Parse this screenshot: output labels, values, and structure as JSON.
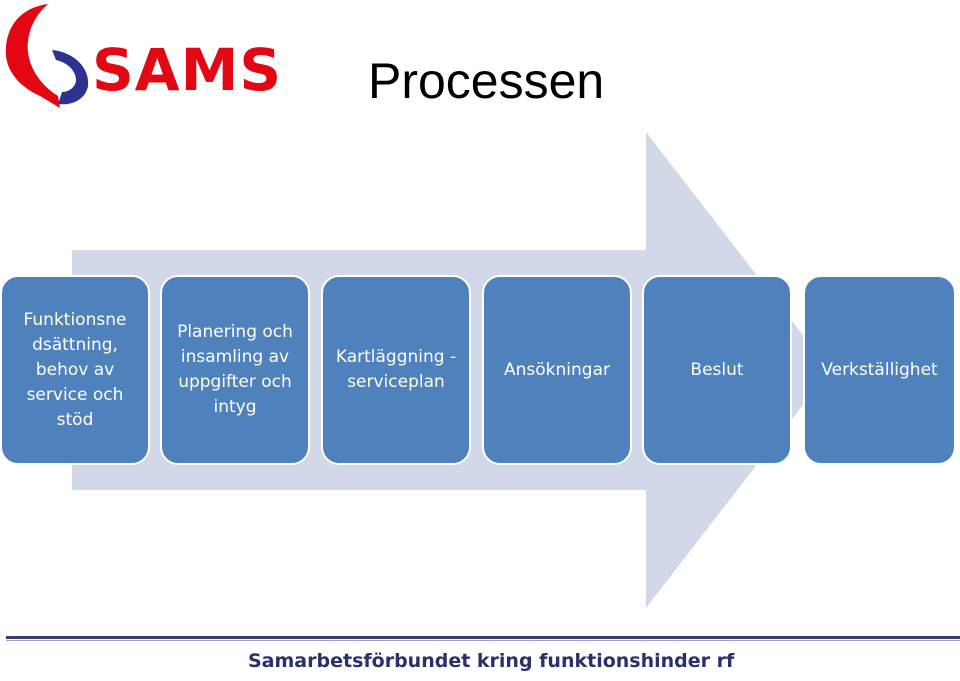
{
  "logo": {
    "text": "SAMS"
  },
  "title": "Processen",
  "steps": [
    "Funktionsne dsättning, behov av service och stöd",
    "Planering och insamling av uppgifter och intyg",
    "Kartläggning - serviceplan",
    "Ansökningar",
    "Beslut",
    "Verkställighet"
  ],
  "footer": "Samarbetsförbundet kring funktionshinder rf",
  "colors": {
    "box": "#4f81bd",
    "arrow": "#d3d8e8",
    "logo_red": "#e30613",
    "logo_blue": "#2e3192",
    "footer": "#2b2f6b"
  }
}
